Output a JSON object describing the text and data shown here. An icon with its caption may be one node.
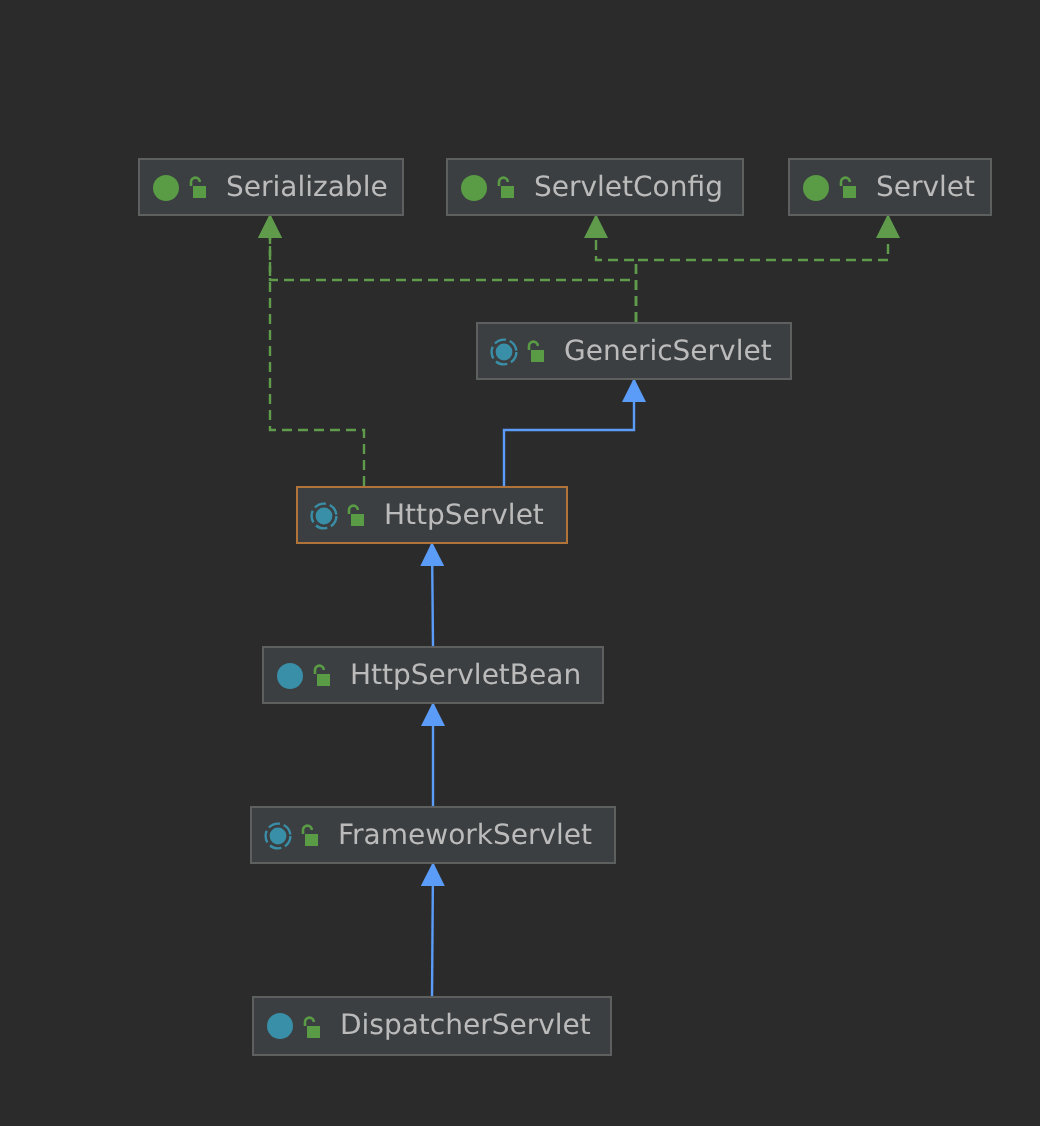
{
  "diagram": {
    "nodes": [
      {
        "text": [
          "Serializable"
        ]
      },
      {
        "text": [
          "ServletConfig"
        ]
      },
      {
        "text": [
          "Servlet"
        ]
      },
      {
        "text": [
          "GenericServlet"
        ]
      },
      {
        "text": [
          "HttpServlet"
        ]
      },
      {
        "text": [
          "HttpServletBean"
        ]
      },
      {
        "text": [
          "FrameworkServlet"
        ]
      },
      {
        "text": [
          "DispatcherServlet"
        ]
      }
    ],
    "edges": [
      {
        "from": 3,
        "to": 0,
        "arrow": "to",
        "style": "dashed",
        "color": "#5f9b4b"
      },
      {
        "from": 3,
        "to": 1,
        "arrow": "to",
        "style": "dashed",
        "color": "#5f9b4b"
      },
      {
        "from": 3,
        "to": 2,
        "arrow": "to",
        "style": "dashed",
        "color": "#5f9b4b"
      },
      {
        "from": 4,
        "to": 0,
        "arrow": "to",
        "style": "dashed",
        "color": "#5f9b4b"
      },
      {
        "from": 4,
        "to": 3,
        "arrow": "to",
        "color": "#5a9cf8"
      },
      {
        "from": 5,
        "to": 4,
        "arrow": "to",
        "color": "#5a9cf8"
      },
      {
        "from": 6,
        "to": 5,
        "arrow": "to",
        "color": "#5a9cf8"
      },
      {
        "from": 7,
        "to": 6,
        "arrow": "to",
        "color": "#5a9cf8"
      }
    ]
  }
}
